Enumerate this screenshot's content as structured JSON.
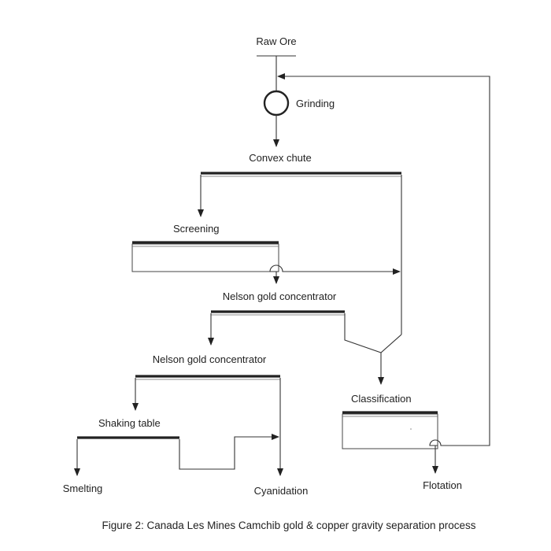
{
  "labels": {
    "raw_ore": "Raw Ore",
    "grinding": "Grinding",
    "convex_chute": "Convex chute",
    "screening": "Screening",
    "nelson_1": "Nelson gold concentrator",
    "nelson_2": "Nelson gold concentrator",
    "classification": "Classification",
    "shaking_table": "Shaking table",
    "smelting": "Smelting",
    "cyanidation": "Cyanidation",
    "flotation": "Flotation"
  },
  "caption": "Figure 2: Canada Les Mines Camchib gold & copper gravity separation process"
}
